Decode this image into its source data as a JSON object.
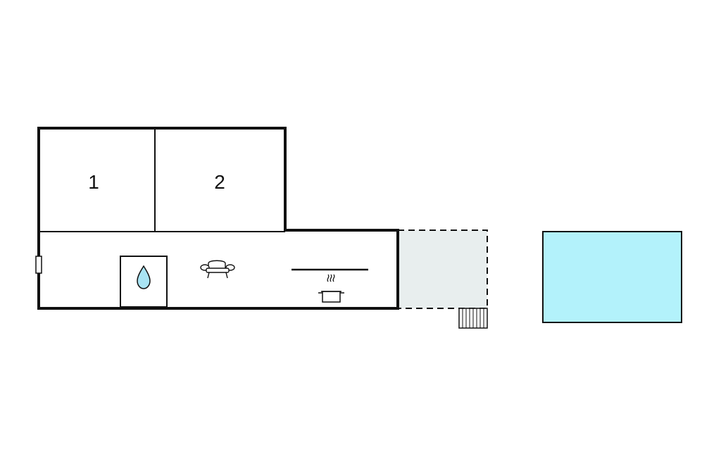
{
  "floorplan": {
    "rooms": [
      {
        "label": "1",
        "kind": "bedroom"
      },
      {
        "label": "2",
        "kind": "bedroom"
      }
    ],
    "icons": [
      "water-drop-icon",
      "sofa-icon",
      "cooking-pot-icon",
      "stairs-icon"
    ],
    "colors": {
      "wall": "#111111",
      "terrace": "#e8eeee",
      "pool": "#b3f2fb",
      "water_drop": "#a9e4f4"
    }
  }
}
